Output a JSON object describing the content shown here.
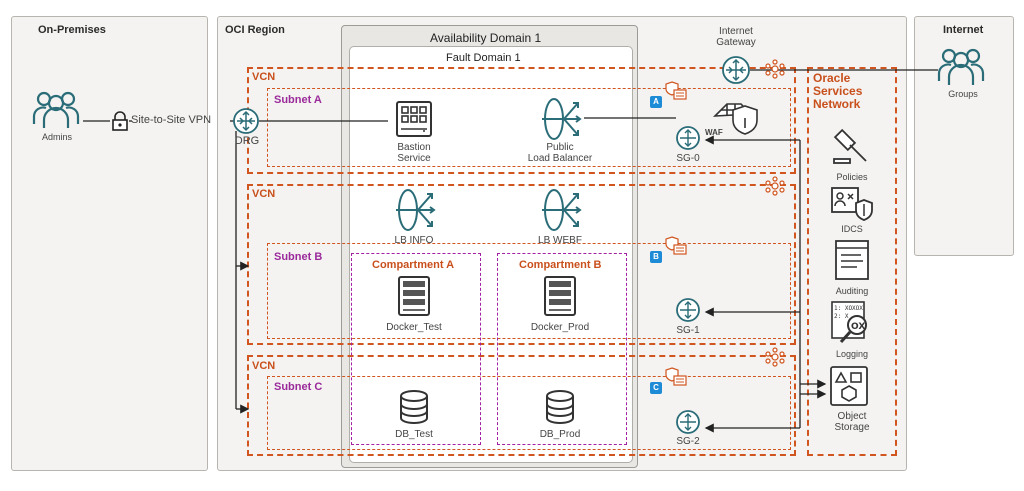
{
  "panels": {
    "on_premises": "On-Premises",
    "oci_region": "OCI Region",
    "availability_domain": "Availability Domain 1",
    "fault_domain": "Fault Domain 1",
    "internet": "Internet"
  },
  "vcns": [
    "VCN",
    "VCN",
    "VCN"
  ],
  "subnets": [
    "Subnet A",
    "Subnet B",
    "Subnet C"
  ],
  "compartments": [
    "Compartment A",
    "Compartment B"
  ],
  "subnet_tags": [
    "A",
    "B",
    "C"
  ],
  "oracle_services": {
    "title_l1": "Oracle",
    "title_l2": "Services",
    "title_l3": "Network"
  },
  "labels": {
    "admins": "Admins",
    "vpn": "Site-to-Site VPN",
    "drg": "DRG",
    "bastion_l1": "Bastion",
    "bastion_l2": "Service",
    "lb_public_l1": "Public",
    "lb_public_l2": "Load Balancer",
    "internet_gateway_l1": "Internet",
    "internet_gateway_l2": "Gateway",
    "waf": "WAF",
    "sg0": "SG-0",
    "sg1": "SG-1",
    "sg2": "SG-2",
    "lb_info": "LB INFO",
    "lb_webf": "LB WEBF",
    "docker_test": "Docker_Test",
    "docker_prod": "Docker_Prod",
    "db_test": "DB_Test",
    "db_prod": "DB_Prod",
    "groups": "Groups",
    "policies": "Policies",
    "idcs": "IDCS",
    "auditing": "Auditing",
    "logging": "Logging",
    "object_storage_l1": "Object",
    "object_storage_l2": "Storage",
    "logging_icon_l1": "1: XOXOX",
    "logging_icon_l2": "2: X"
  },
  "icons": [
    "people-icon",
    "lock-icon",
    "router-icon",
    "server-icon",
    "load-balancer-icon",
    "gateway-icon",
    "firewall-icon",
    "security-group-icon",
    "hub-icon",
    "gavel-icon",
    "id-badge-icon",
    "document-icon",
    "magnifier-icon",
    "object-storage-icon",
    "database-icon",
    "rack-icon"
  ],
  "colors": {
    "vcn_border": "#d0551f",
    "subnet_border": "#a31fa3",
    "tag": "#1e8bd6",
    "panel_bg": "#f4f3f1"
  }
}
